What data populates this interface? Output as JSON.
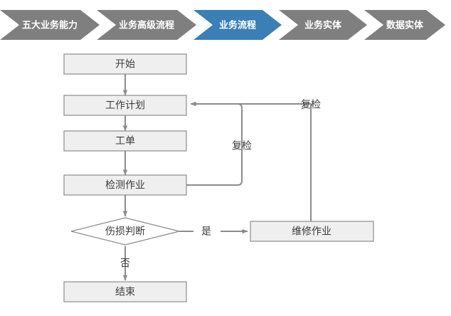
{
  "breadcrumb": {
    "name": "business-architecture-breadcrumb",
    "active_index": 2,
    "active_color": "#3a7fb5",
    "inactive_color": "#7f7f7f",
    "text_color": "#ffffff",
    "items": [
      {
        "label": "五大业务能力",
        "active": false
      },
      {
        "label": "业务高级流程",
        "active": false
      },
      {
        "label": "业务流程",
        "active": true
      },
      {
        "label": "业务实体",
        "active": false
      },
      {
        "label": "数据实体",
        "active": false
      }
    ]
  },
  "flowchart": {
    "title": "业务流程",
    "type": "flowchart",
    "box_fill": "#efefef",
    "box_stroke": "#8c8c8c",
    "decision_fill": "#ffffff",
    "connector_color": "#8c8c8c",
    "nodes": [
      {
        "id": "start",
        "label": "开始",
        "shape": "process"
      },
      {
        "id": "workplan",
        "label": "工作计划",
        "shape": "process"
      },
      {
        "id": "workorder",
        "label": "工单",
        "shape": "process"
      },
      {
        "id": "inspection",
        "label": "检测作业",
        "shape": "process"
      },
      {
        "id": "decision",
        "label": "伤损判断",
        "shape": "decision"
      },
      {
        "id": "repair",
        "label": "维修作业",
        "shape": "process"
      },
      {
        "id": "end",
        "label": "结束",
        "shape": "process"
      }
    ],
    "edges": [
      {
        "from": "start",
        "to": "workplan",
        "label": ""
      },
      {
        "from": "workplan",
        "to": "workorder",
        "label": ""
      },
      {
        "from": "workorder",
        "to": "inspection",
        "label": ""
      },
      {
        "from": "inspection",
        "to": "decision",
        "label": ""
      },
      {
        "from": "decision",
        "to": "repair",
        "label": "是"
      },
      {
        "from": "decision",
        "to": "end",
        "label": "否"
      },
      {
        "from": "inspection",
        "to": "workplan",
        "label": "复检"
      },
      {
        "from": "repair",
        "to": "workplan",
        "label": "复检"
      }
    ],
    "edge_labels": {
      "yes": "是",
      "no": "否",
      "recheck_inner": "复检",
      "recheck_outer": "复检"
    }
  }
}
